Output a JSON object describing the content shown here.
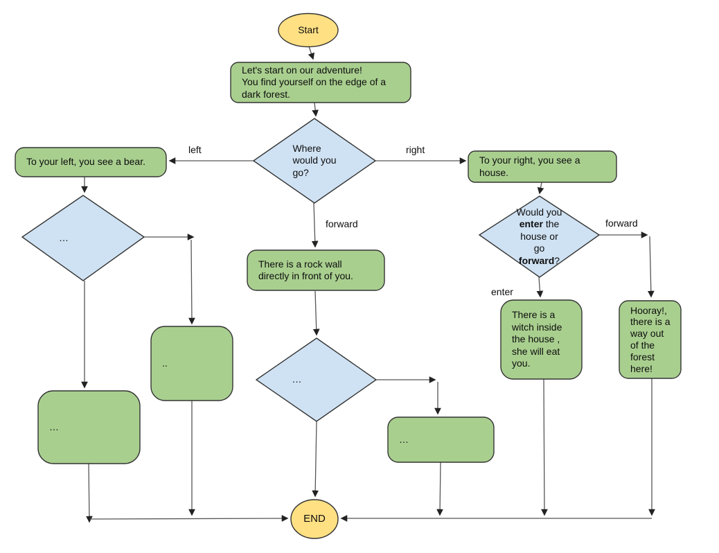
{
  "diagram_title": "choose-your-adventure-flowchart",
  "colors": {
    "terminal_fill": "#ffe083",
    "process_fill": "#a9cf8f",
    "decision_fill": "#cfe2f3",
    "shape_border": "#333333",
    "connector": "#555555",
    "text": "#0d0d0d"
  },
  "nodes": {
    "start": {
      "label": "Start"
    },
    "intro": {
      "text": "Let's start on our adventure!\nYou find yourself on the edge of a\ndark forest."
    },
    "where_decision": {
      "text": "Where\nwould you\ngo?"
    },
    "bear": {
      "text": "To your left, you see a bear."
    },
    "left_decision": {
      "text": "…"
    },
    "dots_two_box": {
      "text": ".."
    },
    "dots_three_box": {
      "text": "…"
    },
    "rock": {
      "text": "There is a rock wall\ndirectly in front of you."
    },
    "mid_decision": {
      "text": "…"
    },
    "mid_dots_box": {
      "text": "…"
    },
    "house": {
      "text": "To your right, you see a\nhouse."
    },
    "enter_decision": {
      "part1": "Would you\n",
      "bold1": "enter",
      "part2": " the\nhouse or\ngo\n",
      "bold2": "forward",
      "part3": "?"
    },
    "witch": {
      "text": "There is a\nwitch inside\nthe house ,\nshe will eat\nyou."
    },
    "hooray": {
      "text": "Hooray!,\nthere is a\nway out\nof the\nforest\nhere!"
    },
    "end": {
      "label": "END"
    }
  },
  "edge_labels": {
    "left": "left",
    "right": "right",
    "forward_mid": "forward",
    "forward_right": "forward",
    "enter": "enter"
  }
}
